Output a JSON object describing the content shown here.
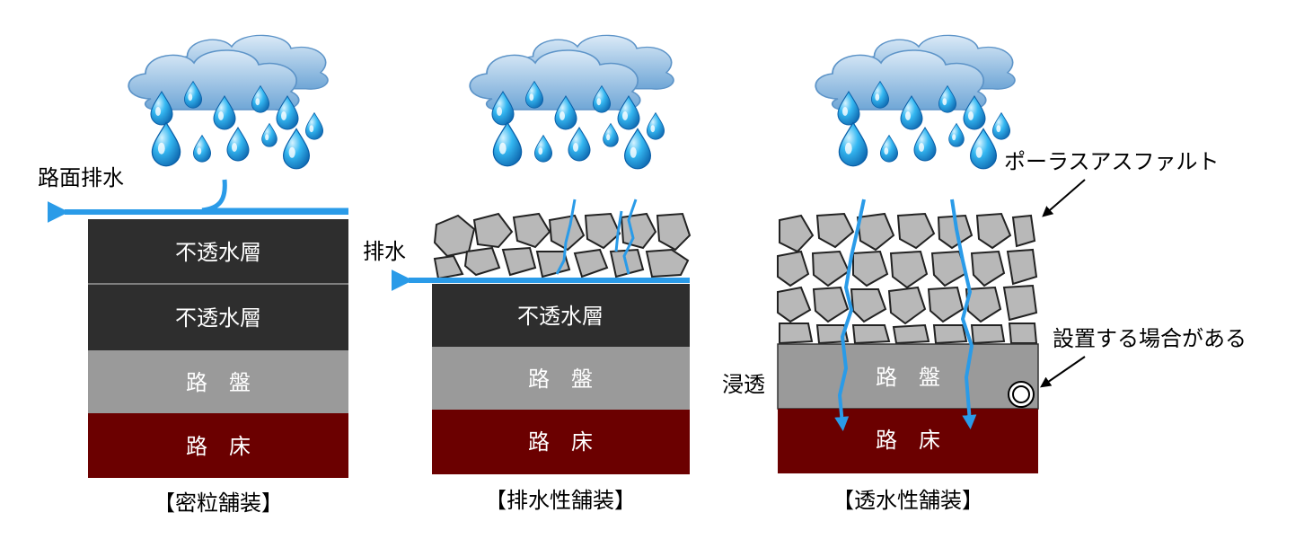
{
  "panels": [
    {
      "caption": "【密粒舗装】",
      "flow_label": "路面排水",
      "layers": [
        "不透水層",
        "不透水層",
        "路　盤",
        "路　床"
      ]
    },
    {
      "caption": "【排水性舗装】",
      "flow_label": "排水",
      "layers": [
        "不透水層",
        "路　盤",
        "路　床"
      ]
    },
    {
      "caption": "【透水性舗装】",
      "flow_label": "浸透",
      "layers": [
        "路　盤",
        "路　床"
      ],
      "callouts": [
        "ポーラスアスファルト",
        "設置する場合がある"
      ]
    }
  ],
  "colors": {
    "impermeable_layer": "#2e2e2e",
    "base_course": "#9a9a9a",
    "subgrade": "#6b0000",
    "water": "#2a9be8",
    "stone": "#b8b8b8",
    "cloud": "#7fb4e0"
  }
}
